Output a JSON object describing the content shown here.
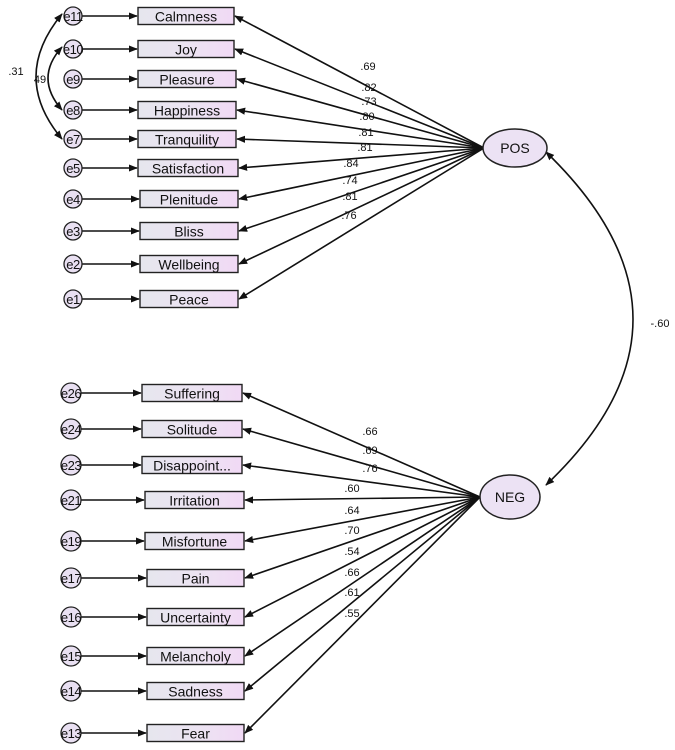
{
  "factors": {
    "pos": {
      "label": "POS"
    },
    "neg": {
      "label": "NEG"
    }
  },
  "factor_correlation": "-.60",
  "error_covariances": [
    {
      "from": "e11",
      "to": "e7",
      "value": ".31"
    },
    {
      "from": "e10",
      "to": "e8",
      "value": "49"
    }
  ],
  "pos_items": [
    {
      "label": "Calmness",
      "error": "e11",
      "loading": ".69"
    },
    {
      "label": "Joy",
      "error": "e10",
      "loading": ".82"
    },
    {
      "label": "Pleasure",
      "error": "e9",
      "loading": ".73"
    },
    {
      "label": "Happiness",
      "error": "e8",
      "loading": ".80"
    },
    {
      "label": "Tranquility",
      "error": "e7",
      "loading": ".81"
    },
    {
      "label": "Satisfaction",
      "error": "e5",
      "loading": ".81"
    },
    {
      "label": "Plenitude",
      "error": "e4",
      "loading": ".84"
    },
    {
      "label": "Bliss",
      "error": "e3",
      "loading": ".74"
    },
    {
      "label": "Wellbeing",
      "error": "e2",
      "loading": ".81"
    },
    {
      "label": "Peace",
      "error": "e1",
      "loading": ".76"
    }
  ],
  "neg_items": [
    {
      "label": "Suffering",
      "error": "e26",
      "loading": ".66"
    },
    {
      "label": "Solitude",
      "error": "e24",
      "loading": ".69"
    },
    {
      "label": "Disappoint...",
      "error": "e23",
      "loading": ".76"
    },
    {
      "label": "Irritation",
      "error": "e21",
      "loading": ".60"
    },
    {
      "label": "Misfortune",
      "error": "e19",
      "loading": ".64"
    },
    {
      "label": "Pain",
      "error": "e17",
      "loading": ".70"
    },
    {
      "label": "Uncertainty",
      "error": "e16",
      "loading": ".54"
    },
    {
      "label": "Melancholy",
      "error": "e15",
      "loading": ".66"
    },
    {
      "label": "Sadness",
      "error": "e14",
      "loading": ".61"
    },
    {
      "label": "Fear",
      "error": "e13",
      "loading": ".55"
    }
  ],
  "colors": {
    "item_fill": "#e8e0f0",
    "item_fill_right": "#f0dcf4",
    "error_fill": "#e9e0f2",
    "factor_fill": "#ece2f4",
    "line": "#111111"
  }
}
